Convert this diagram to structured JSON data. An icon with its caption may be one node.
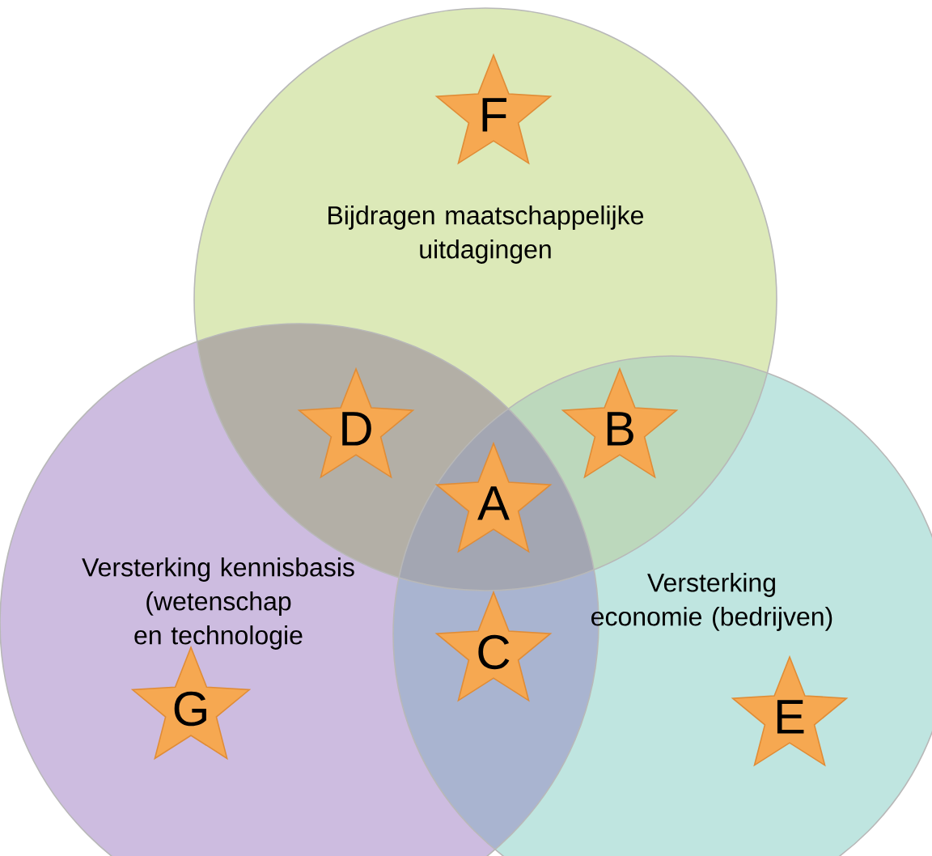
{
  "diagram": {
    "nodes": [
      {
        "text": [
          "Bijdragen maatschappelijke uitdagingen"
        ]
      },
      {
        "text": [
          "Versterking kennisbasis (wetenschap en technologie"
        ]
      },
      {
        "text": [
          "Versterking economie (bedrijven)"
        ]
      },
      {
        "text": [
          "F"
        ]
      },
      {
        "text": [
          "D"
        ]
      },
      {
        "text": [
          "B"
        ]
      },
      {
        "text": [
          "A"
        ]
      },
      {
        "text": [
          "C"
        ]
      },
      {
        "text": [
          "G"
        ]
      },
      {
        "text": [
          "E"
        ]
      }
    ]
  }
}
